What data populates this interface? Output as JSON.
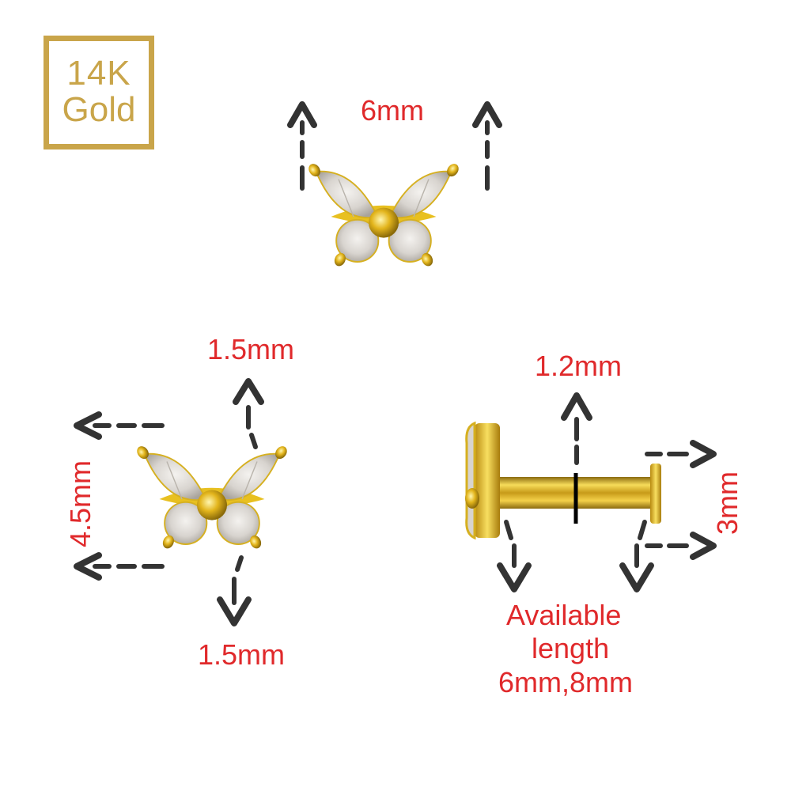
{
  "badge": {
    "line1": "14K",
    "line2": "Gold",
    "color": "#c9a54a"
  },
  "colors": {
    "label_red": "#e0292b",
    "arrow_dark": "#333333",
    "gold": "#e6b820"
  },
  "top_view": {
    "width_label": "6mm",
    "icon": "butterfly-cz-top"
  },
  "front_view": {
    "top_offset_label": "1.5mm",
    "height_label": "4.5mm",
    "bottom_offset_label": "1.5mm",
    "icon": "butterfly-cz-front"
  },
  "side_view": {
    "gauge_label": "1.2mm",
    "disc_label": "3mm",
    "length_label_line1": "Available",
    "length_label_line2": "length",
    "length_label_line3": "6mm,8mm",
    "icon": "labret-side"
  }
}
